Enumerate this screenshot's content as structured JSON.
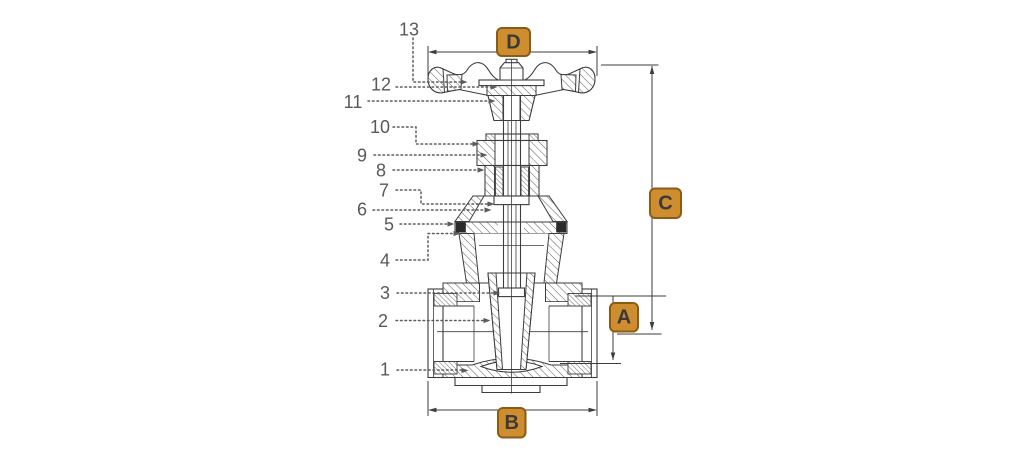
{
  "drawing_labels": {
    "callouts": {
      "c1": "1",
      "c2": "2",
      "c3": "3",
      "c4": "4",
      "c5": "5",
      "c6": "6",
      "c7": "7",
      "c8": "8",
      "c9": "9",
      "c10": "10",
      "c11": "11",
      "c12": "12",
      "c13": "13"
    },
    "dimensions": {
      "a": "A",
      "b": "B",
      "c": "C",
      "d": "D"
    }
  },
  "colors": {
    "background": "#ffffff",
    "drawing_line": "#3d3d3d",
    "callout_text": "#58595b",
    "leader_line": "#5b5b5b",
    "badge_fill": "#ce8d2e",
    "badge_border": "#8a5c15",
    "badge_text": "#3a3a3a",
    "seal_fill": "#2a2a2a"
  }
}
